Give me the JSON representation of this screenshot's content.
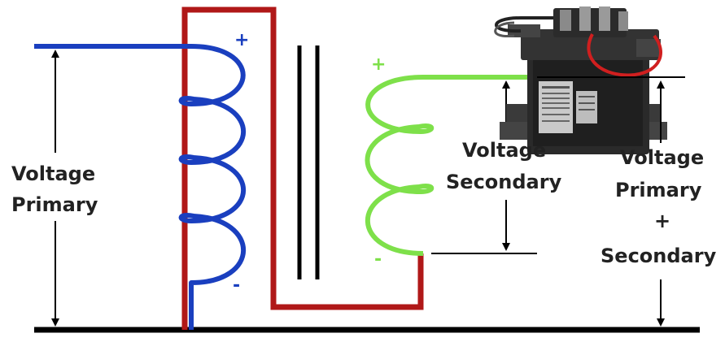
{
  "labels": {
    "voltage_primary_line1": "Voltage",
    "voltage_primary_line2": "Primary",
    "voltage_secondary_line1": "Voltage",
    "voltage_secondary_line2": "Secondary",
    "combined_line1": "Voltage",
    "combined_line2": "Primary",
    "combined_line3": "+",
    "combined_line4": "Secondary"
  },
  "polarity": {
    "primary_top": "+",
    "primary_bottom": "-",
    "secondary_top": "+",
    "secondary_bottom": "-"
  },
  "colors": {
    "primary_winding": "#1a3fbf",
    "secondary_winding": "#7ee04a",
    "core_wire": "#b01818",
    "ground": "#000000",
    "arrow": "#000000",
    "transformer_body": "#2a2a2a"
  },
  "icons": {
    "transformer_photo": "control-transformer-icon"
  }
}
